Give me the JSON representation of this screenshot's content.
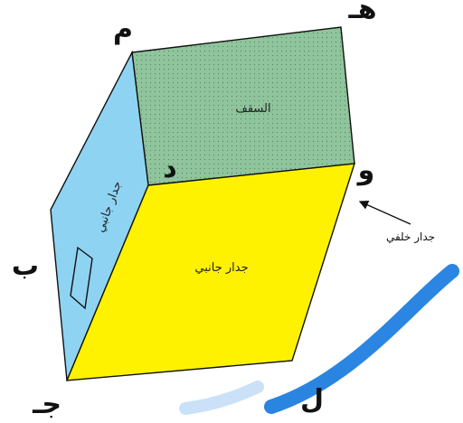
{
  "faces": {
    "roof": {
      "label": "السقف",
      "color": "#8fc49c"
    },
    "side_wall_front": {
      "label": "جدار جانبي",
      "color": "#fff200"
    },
    "side_wall_left": {
      "label": "جدار جانبي",
      "color": "#8fd3f2"
    }
  },
  "callout": {
    "label": "جدار خلفي"
  },
  "vertices": {
    "a": "م",
    "b": "ب",
    "c": "جـ",
    "d": "د",
    "h": "هـ",
    "w": "و",
    "l": "ل"
  },
  "watermark": {
    "color": "#1f7fe0"
  }
}
